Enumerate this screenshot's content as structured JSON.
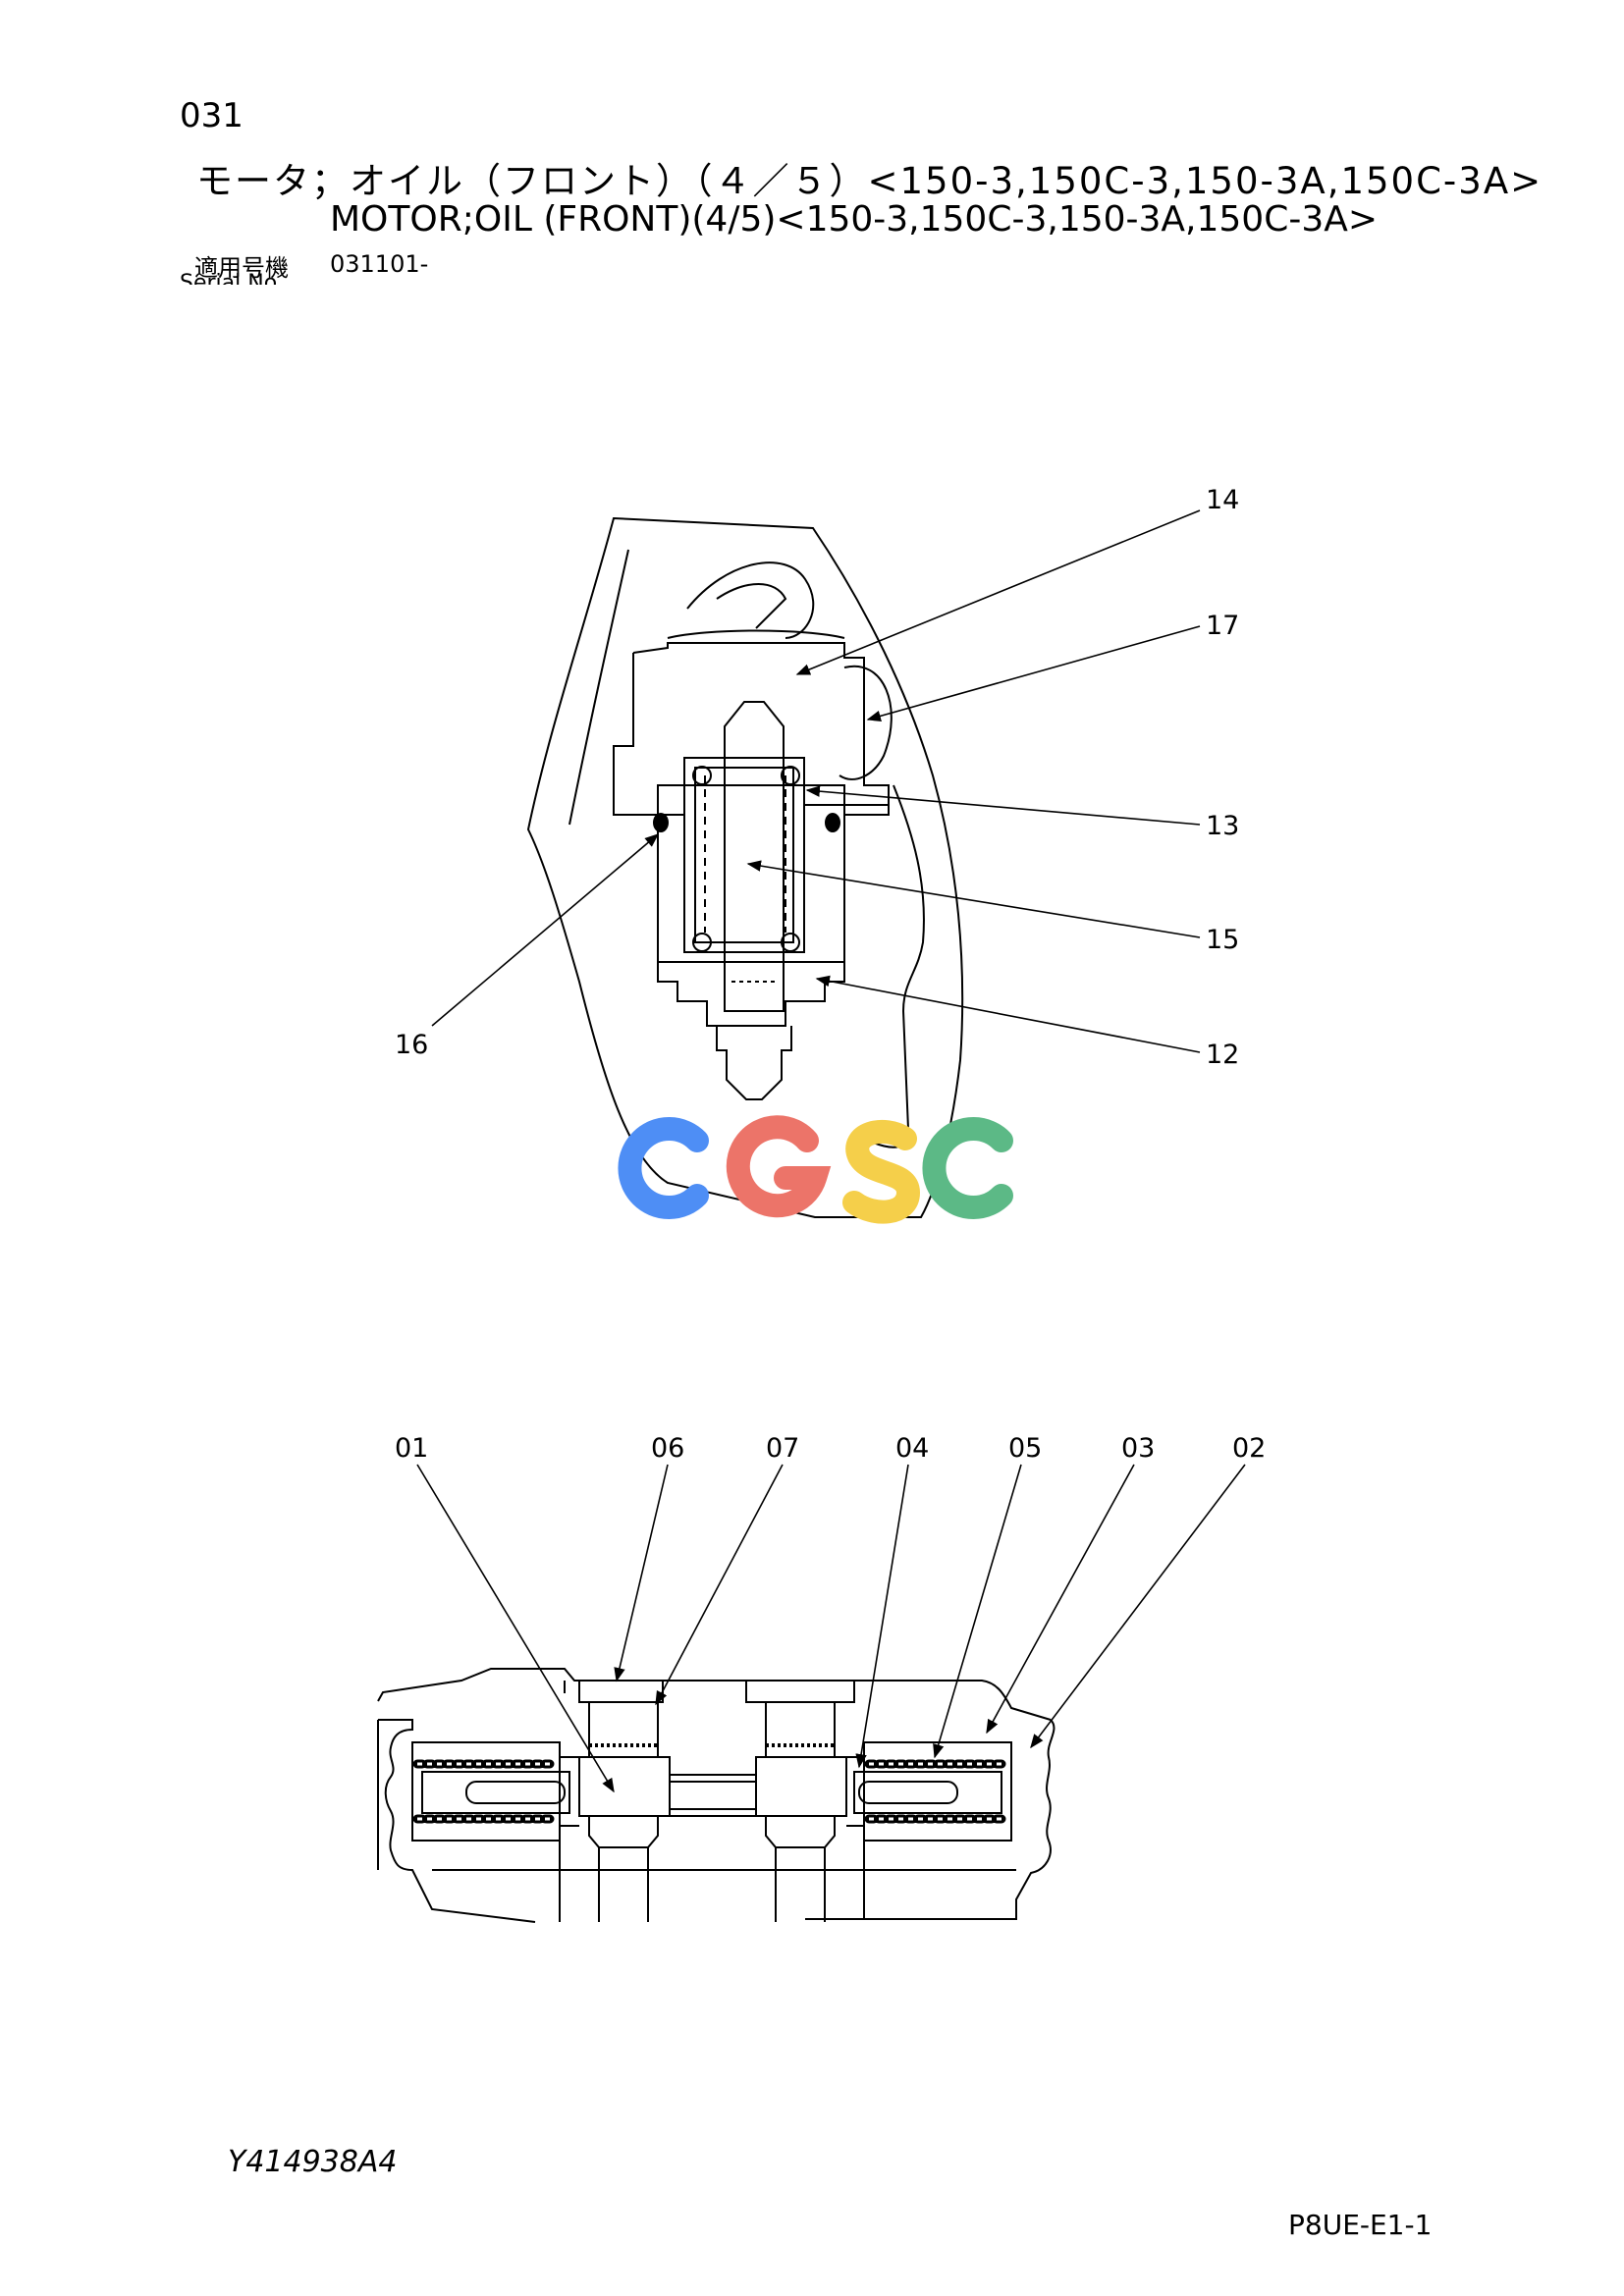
{
  "header": {
    "section": "031",
    "title_jp": "モータ；オイル（フロント）（４／５）<150-3,150C-3,150-3A,150C-3A>",
    "title_en": "MOTOR;OIL (FRONT)(4/5)<150-3,150C-3,150-3A,150C-3A>",
    "serial_label": "適用号機",
    "serial_value": "031101-",
    "serial_label_en": "Serial No."
  },
  "upper_callouts": [
    "14",
    "17",
    "13",
    "15",
    "12",
    "16"
  ],
  "lower_callouts": [
    "01",
    "06",
    "07",
    "04",
    "05",
    "03",
    "02"
  ],
  "watermark": {
    "letters": [
      "C",
      "G",
      "S",
      "C"
    ],
    "colors": [
      "#4e8ef5",
      "#ec7469",
      "#f5cf4a",
      "#5cb986"
    ]
  },
  "footer": {
    "drawing_number": "Y414938A4",
    "page_code": "P8UE-E1-1"
  }
}
